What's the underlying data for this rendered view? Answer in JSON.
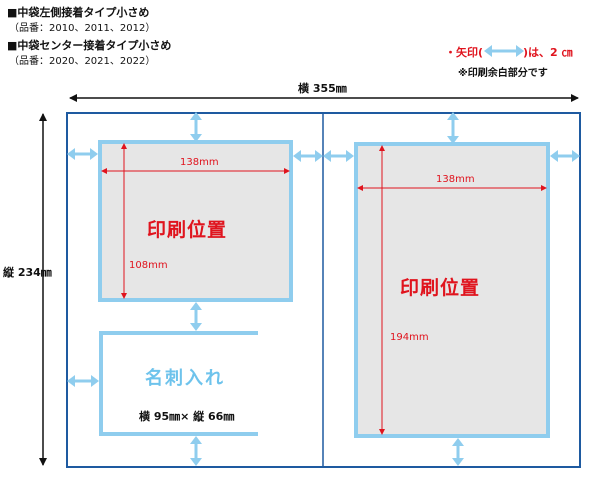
{
  "header": {
    "line1": "■中袋左側接着タイプ小さめ",
    "line2": "（品番：2010、2011、2012）",
    "line3": "■中袋センター接着タイプ小さめ",
    "line4": "（品番：2020、2021、2022）"
  },
  "notes": {
    "arrow_prefix": "・矢印(",
    "arrow_suffix": ")は、2 ㎝",
    "margin_note": "※印刷余白部分です"
  },
  "dimensions": {
    "width_total": "横 355㎜",
    "height_total": "縦 234㎜",
    "left_print_width": "138mm",
    "left_print_height": "108mm",
    "right_print_width": "138mm",
    "right_print_height": "194mm"
  },
  "labels": {
    "left_print_area": "印刷位置",
    "right_print_area": "印刷位置",
    "card_pocket": "名刺入れ",
    "card_size": "横 95㎜× 縦 66㎜"
  },
  "colors": {
    "outline": "#1e5aa0",
    "print_border": "#8fcdee",
    "print_fill": "#e6e6e6",
    "arrow": "#8fcdee",
    "accent_red": "#e0141e"
  }
}
